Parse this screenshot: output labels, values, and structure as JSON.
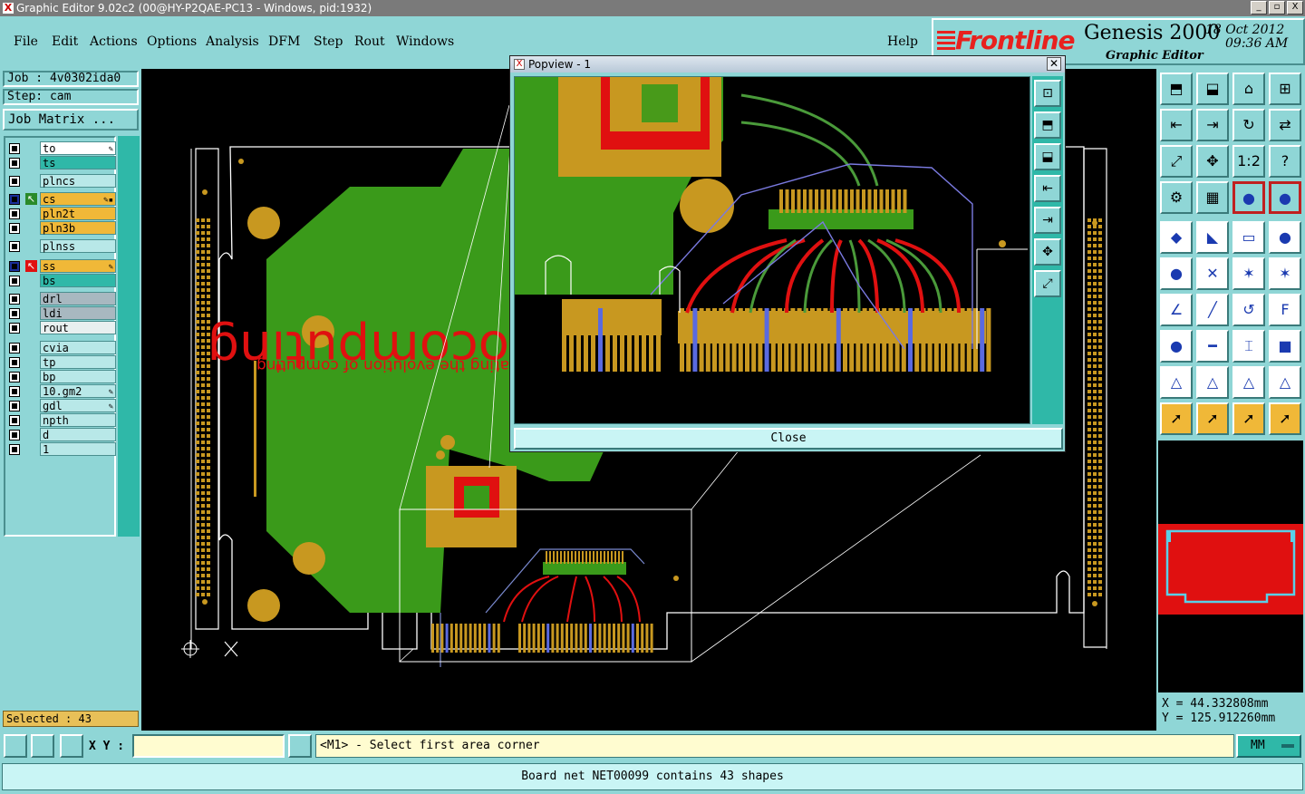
{
  "window": {
    "title": "Graphic Editor 9.02c2 (00@HY-P2QAE-PC13 - Windows, pid:1932)",
    "controls": [
      "_",
      "▫",
      "X"
    ]
  },
  "menu": {
    "file": "File",
    "edit": "Edit",
    "actions": "Actions",
    "options": "Options",
    "analysis": "Analysis",
    "dfm": "DFM",
    "step": "Step",
    "rout": "Rout",
    "windows": "Windows",
    "help": "Help"
  },
  "logo": {
    "brand": "Frontline",
    "product": "Genesis 2000",
    "date": "18 Oct 2012",
    "time": "09:36 AM",
    "subtitle": "Graphic Editor"
  },
  "job": {
    "job_label": "Job : 4v0302ida0",
    "step_label": "Step: cam",
    "matrix_button": "Job Matrix ..."
  },
  "layers": [
    {
      "name": "to",
      "color": "#ffffff",
      "tag": "✎"
    },
    {
      "name": "ts",
      "color": "#2fb8a8",
      "tag": ""
    },
    {
      "name": "plncs",
      "color": "#b8e8e8",
      "tag": ""
    },
    {
      "name": "cs",
      "color": "#f0b838",
      "tag": "✎▪",
      "active": true
    },
    {
      "name": "pln2t",
      "color": "#f0b838",
      "tag": ""
    },
    {
      "name": "pln3b",
      "color": "#f0b838",
      "tag": ""
    },
    {
      "name": "plnss",
      "color": "#b8e8e8",
      "tag": ""
    },
    {
      "name": "ss",
      "color": "#f0b838",
      "tag": "✎",
      "active": true
    },
    {
      "name": "bs",
      "color": "#2fb8a8",
      "tag": ""
    },
    {
      "name": "drl",
      "color": "#a8b8c0",
      "tag": ""
    },
    {
      "name": "ldi",
      "color": "#a8b8c0",
      "tag": ""
    },
    {
      "name": "rout",
      "color": "#e8f0f0",
      "tag": ""
    },
    {
      "name": "cvia",
      "color": "#b8e8e8",
      "tag": ""
    },
    {
      "name": "tp",
      "color": "#b8e8e8",
      "tag": ""
    },
    {
      "name": "bp",
      "color": "#b8e8e8",
      "tag": ""
    },
    {
      "name": "10.gm2",
      "color": "#b8e8e8",
      "tag": "✎"
    },
    {
      "name": "gdl",
      "color": "#b8e8e8",
      "tag": "✎"
    },
    {
      "name": "npth",
      "color": "#b8e8e8",
      "tag": ""
    },
    {
      "name": "d",
      "color": "#b8e8e8",
      "tag": ""
    },
    {
      "name": "1",
      "color": "#b8e8e8",
      "tag": ""
    }
  ],
  "selected": "Selected : 43",
  "coords": {
    "x": "X  =  44.332808mm",
    "y": "Y  =  125.912260mm"
  },
  "command": {
    "xy_label": "X Y :",
    "xy_value": "",
    "prompt": "<M1> - Select first area corner",
    "units": "MM"
  },
  "status": "Board net NET00099 contains 43 shapes",
  "popup": {
    "title": "Popview - 1",
    "close_label": "Close"
  },
  "board_text": {
    "main": "ocomputing",
    "tagline": "ating the evolution of computing"
  },
  "colors": {
    "background": "#8fd6d6",
    "copper_green": "#3a9a1a",
    "copper_gold": "#c89820",
    "trace_red": "#e01010",
    "trace_blue": "#6060e0"
  }
}
